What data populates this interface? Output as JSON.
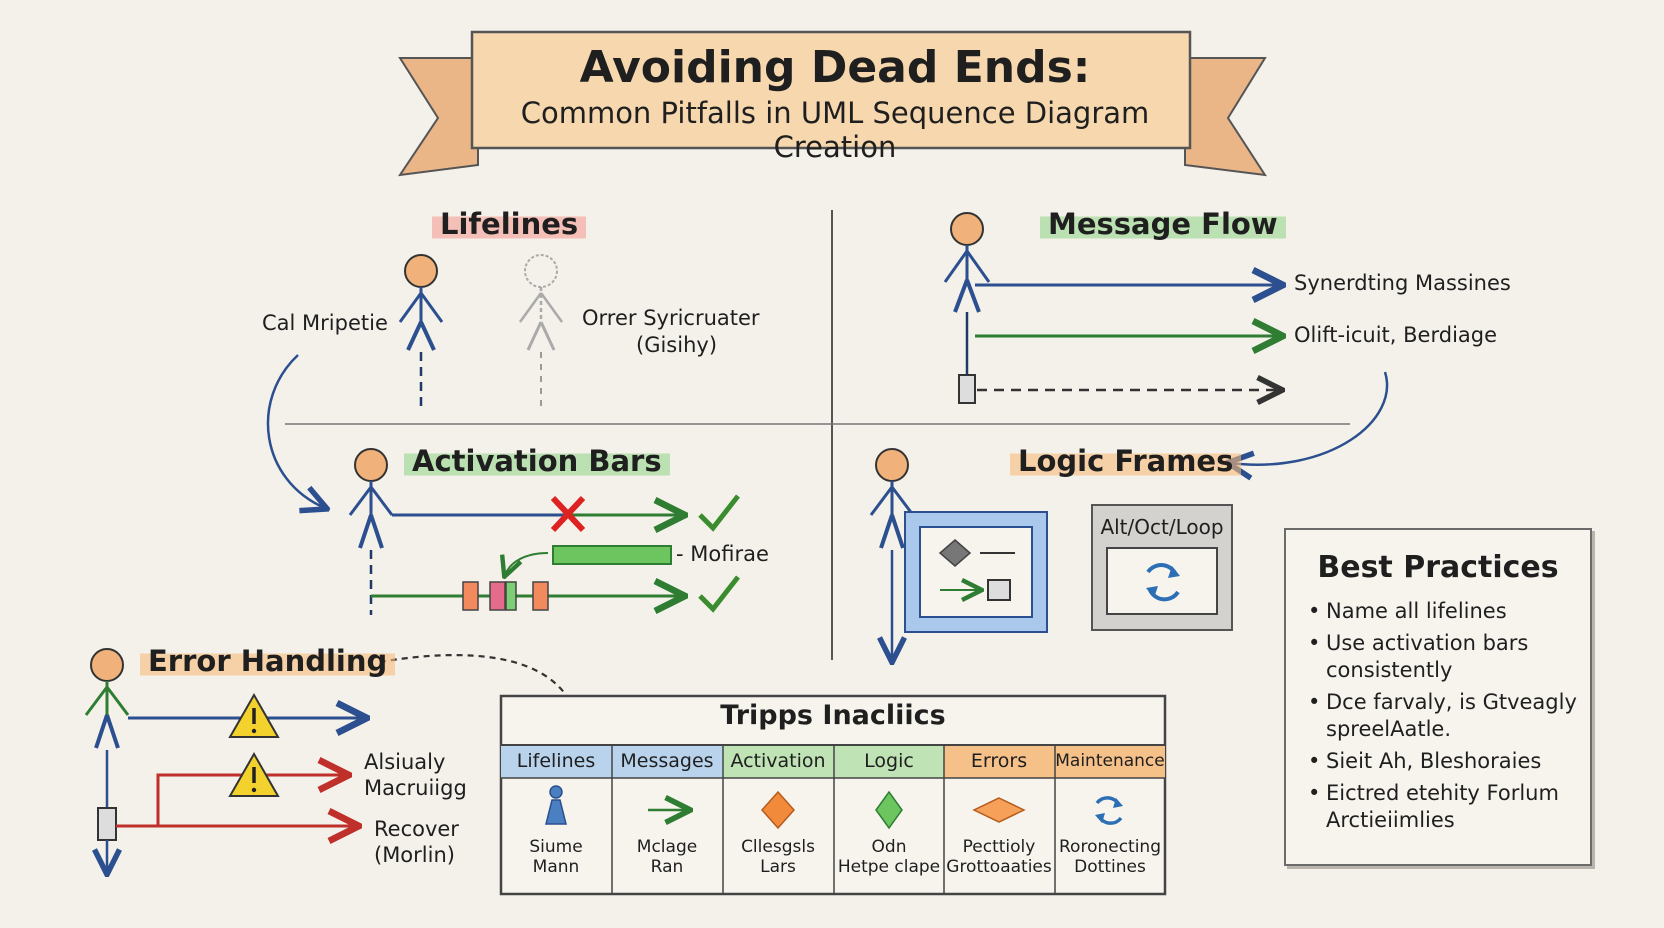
{
  "title": "Avoiding Dead Ends:",
  "subtitle": "Common Pitfalls in UML Sequence Diagram Creation",
  "sections": {
    "lifelines": {
      "heading": "Lifelines",
      "left_label": "Cal Mripetie",
      "right_label_line1": "Orrer Syricruater",
      "right_label_line2": "(Gisihy)"
    },
    "message_flow": {
      "heading": "Message Flow",
      "label_1": "Synerdting Massines",
      "label_2": "Olift-icuit, Berdiage"
    },
    "activation_bars": {
      "heading": "Activation Bars",
      "side_label": "- Mofirae"
    },
    "logic_frames": {
      "heading": "Logic Frames",
      "frame_label": "Alt/Oct/Loop"
    },
    "error_handling": {
      "heading": "Error Handling",
      "label_1_line1": "Alsiualy",
      "label_1_line2": "Macruiigg",
      "label_2_line1": "Recover",
      "label_2_line2": "(Morlin)"
    }
  },
  "table": {
    "title": "Tripps Inacliics",
    "columns": [
      {
        "header": "Lifelines",
        "icon": "person-icon",
        "line1": "Siume",
        "line2": "Mann",
        "color": "#b9d3ec"
      },
      {
        "header": "Messages",
        "icon": "arrow-icon",
        "line1": "Mclage",
        "line2": "Ran",
        "color": "#b9d3ec"
      },
      {
        "header": "Activation",
        "icon": "diamond-icon",
        "line1": "Cllesgsls",
        "line2": "Lars",
        "color": "#bfe3b4"
      },
      {
        "header": "Logic",
        "icon": "diamond-icon",
        "line1": "Odn",
        "line2": "Hetpe clape",
        "color": "#bfe3b4"
      },
      {
        "header": "Errors",
        "icon": "diamond-icon",
        "line1": "Pecttioly",
        "line2": "Grottoaaties",
        "color": "#f6c089"
      },
      {
        "header": "Maintenance",
        "icon": "refresh-icon",
        "line1": "Roronecting",
        "line2": "Dottines",
        "color": "#f6c089"
      }
    ]
  },
  "best_practices": {
    "title": "Best Practices",
    "items": [
      "Name all lifelines",
      "Use activation bars consistently",
      "Dce farvaly, is Gtveagly spreelAatle.",
      "Sieit Ah, Bleshoraies",
      "Eictred etehity Forlum Arctieiimlies"
    ]
  },
  "colors": {
    "blue": "#2c4f8f",
    "green": "#2f7d32",
    "red": "#c0302a",
    "orange": "#f0a060",
    "yellow": "#f4d22e"
  }
}
